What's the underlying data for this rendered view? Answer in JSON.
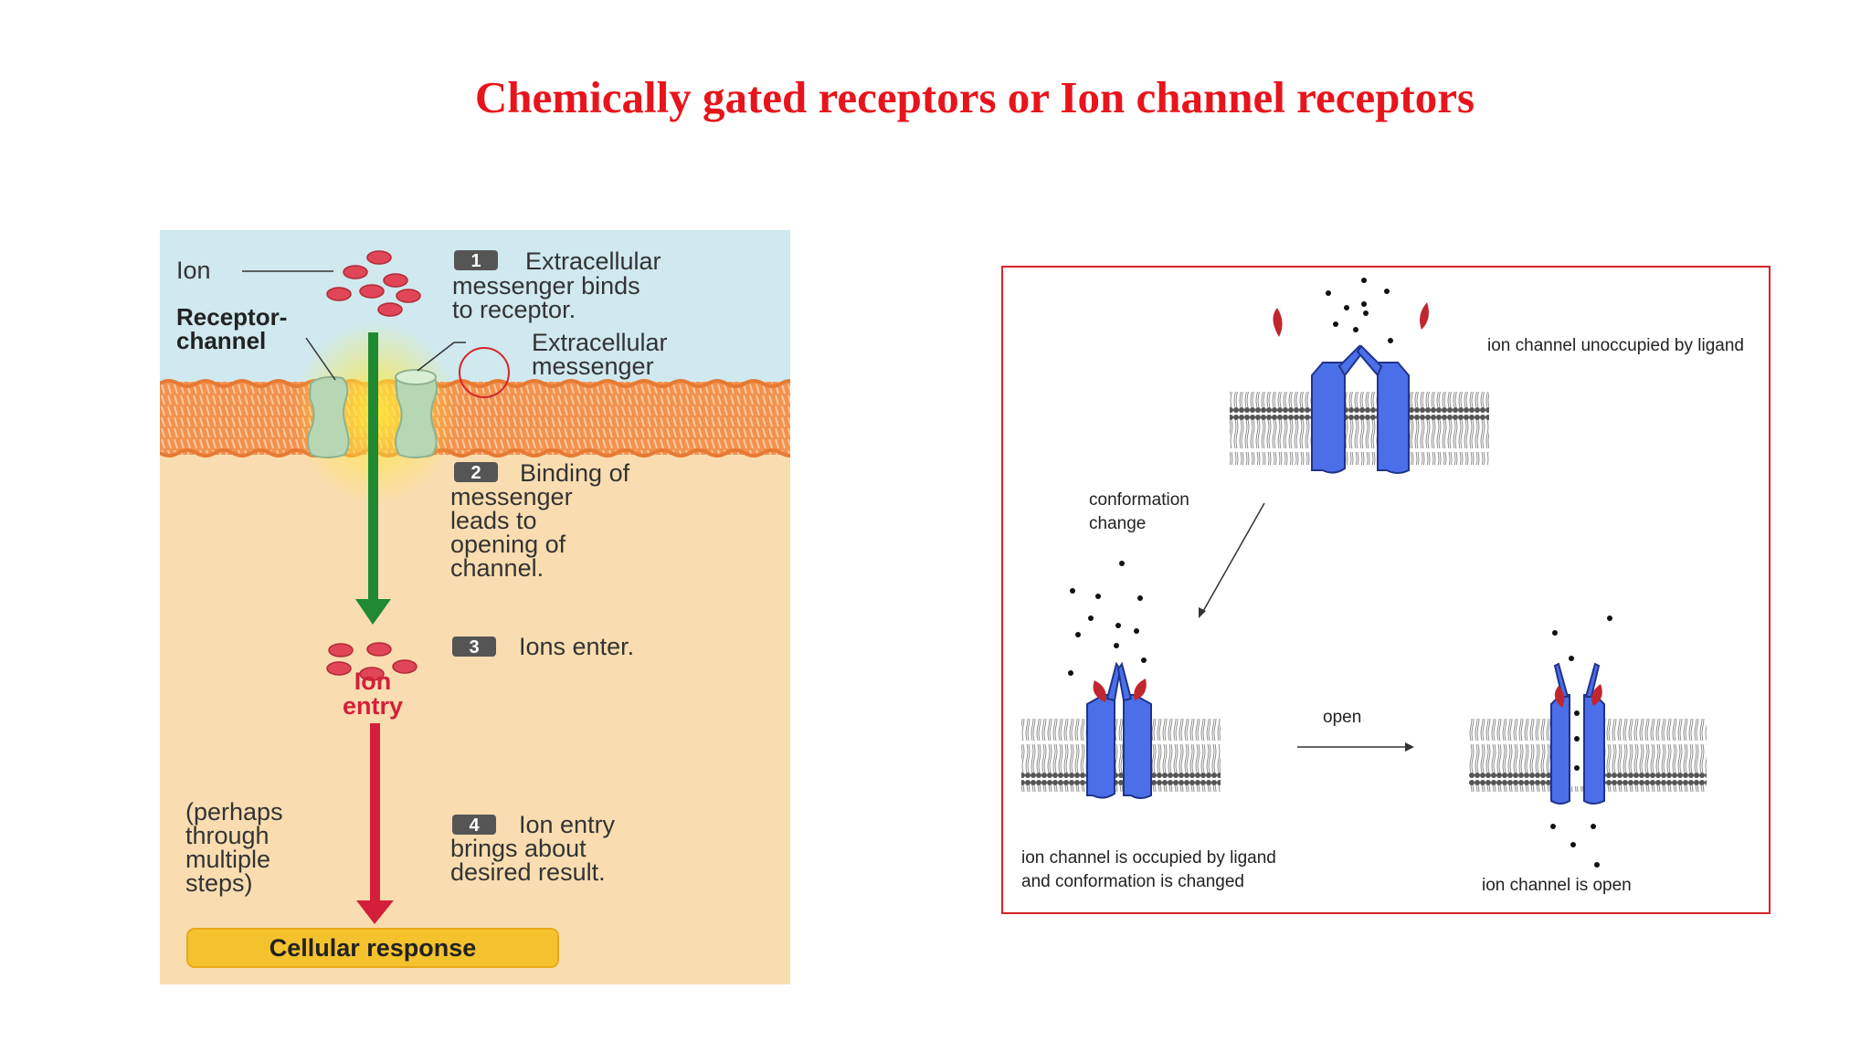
{
  "title": "Chemically gated receptors or Ion channel receptors",
  "left": {
    "ion_label": "Ion",
    "receptor_label": [
      "Receptor-",
      "channel"
    ],
    "messenger_label": [
      "Extracellular",
      "messenger"
    ],
    "steps": [
      {
        "num": "1",
        "lines": [
          "Extracellular",
          "messenger binds",
          "to receptor."
        ]
      },
      {
        "num": "2",
        "lines": [
          "Binding of",
          "messenger",
          "leads to",
          "opening of",
          "channel."
        ]
      },
      {
        "num": "3",
        "lines": [
          "Ions enter."
        ]
      },
      {
        "num": "4",
        "lines": [
          "Ion entry",
          "brings about",
          "desired result."
        ]
      }
    ],
    "ion_entry": [
      "Ion",
      "entry"
    ],
    "perhaps": [
      "(perhaps",
      "through",
      "multiple",
      "steps)"
    ],
    "cellular_response": "Cellular response"
  },
  "right": {
    "unoccupied": "ion channel unoccupied by ligand",
    "conformation": [
      "conformation",
      "change"
    ],
    "open": "open",
    "occupied": [
      "ion channel is occupied by ligand",
      "and conformation is changed"
    ],
    "is_open": "ion channel is open"
  },
  "colors": {
    "title": "#e8141c",
    "extracellular": "#cfe9ee",
    "cytoplasm": "#f9ddb0",
    "membrane": "#f2924e",
    "receptor": "#b6d6b4",
    "arrow_green": "#1f8a32",
    "arrow_red": "#d41f3a",
    "ion": "#e04657",
    "channel_blue": "#4a6fe8",
    "ligand": "#c0262f",
    "response_box": "#f4c22d"
  }
}
